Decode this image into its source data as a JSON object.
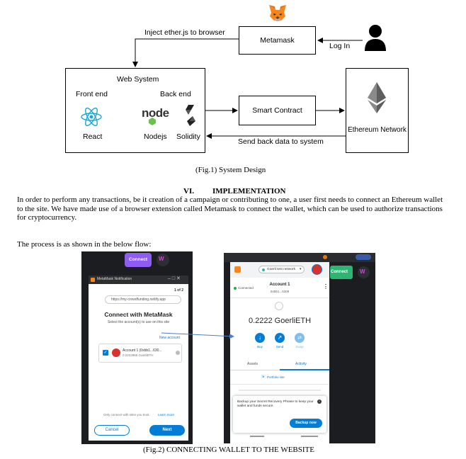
{
  "fig1": {
    "inject_label": "Inject ether.js to browser",
    "metamask_box": "Metamask",
    "login_label": "Log In",
    "web_system": "Web System",
    "front_end": "Front end",
    "back_end": "Back end",
    "react": "React",
    "nodejs": "Nodejs",
    "node_logo_text": "node",
    "solidity": "Solidity",
    "smart_contract": "Smart Contract",
    "ethereum_network": "Ethereum Network",
    "send_back": "Send back data to system",
    "caption": "(Fig.1) System Design"
  },
  "section": {
    "number": "VI.",
    "title": "IMPLEMENTATION"
  },
  "paragraphs": {
    "p1": "In order to perform any transactions, be it creation of a campaign or contributing to one, a user first needs to connect an Ethereum wallet to the site. We have made use of a browser extension called Metamask to connect the wallet, which can be used to authorize transactions for cryptocurrency.",
    "p2": "The process is as shown in the below flow:"
  },
  "left_shot": {
    "connect_button": "Connect",
    "notif_title": "MetaMask Notification",
    "page_count": "1 of 2",
    "site_url": "https://my-crowdfunding.netlify.app",
    "heading": "Connect with MetaMask",
    "subheading": "Select the account(s) to use on this site",
    "new_account": "New account",
    "account_name": "Account 1 (0xbb1...630...",
    "account_balance": "0.2222966 GoerliETH",
    "trust_text": "Only connect with sites you trust.",
    "learn_more": "Learn more",
    "cancel": "Cancel",
    "next": "Next"
  },
  "right_shot": {
    "network": "Goerli test network",
    "connect_partial": "Connect",
    "connected": "Connected",
    "account_name": "Account 1",
    "account_address": "0xBb1...6309",
    "balance": "0.2222 GoerliETH",
    "buy": "Buy",
    "send": "Send",
    "swap": "Swap",
    "tab_assets": "Assets",
    "tab_activity": "Activity",
    "portfolio": "Portfolio site",
    "backup_text": "Backup your Secret Recovery Phrase to keep your wallet and funds secure.",
    "backup_button": "Backup now"
  },
  "fig2_caption": "(Fig.2) CONNECTING WALLET TO THE WEBSITE",
  "colors": {
    "purple": "#8e5cf1",
    "metamask_blue": "#037dd6",
    "green": "#2bb673",
    "fox_orange": "#e2761b"
  }
}
